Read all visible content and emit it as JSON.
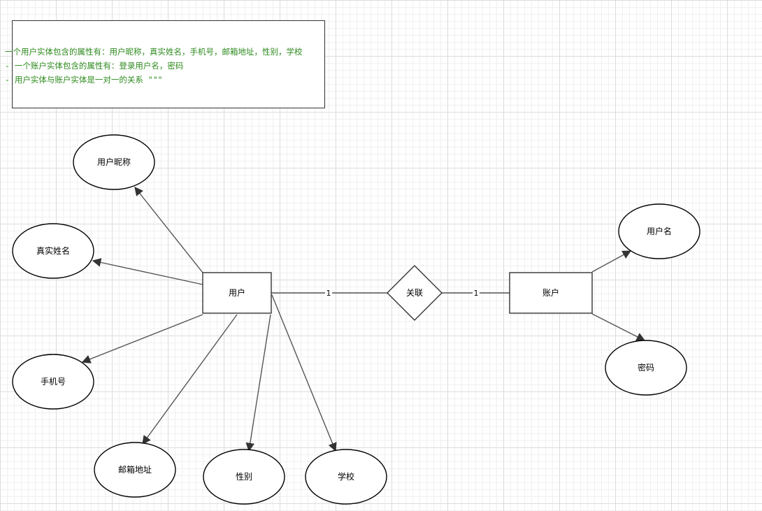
{
  "note": {
    "lines": [
      "一个用户实体包含的属性有：用户昵称，真实姓名，手机号，邮箱地址，性别，学校",
      "-  一个账户实体包含的属性有：登录用户名，密码",
      "-  用户实体与账户实体是一对一的关系 \"\"\""
    ]
  },
  "entities": {
    "user": "用户",
    "account": "账户"
  },
  "relationship": {
    "label": "关联",
    "user_cardinality": "1",
    "account_cardinality": "1"
  },
  "user_attributes": {
    "nickname": "用户昵称",
    "real_name": "真实姓名",
    "phone": "手机号",
    "email": "邮箱地址",
    "gender": "性别",
    "school": "学校"
  },
  "account_attributes": {
    "username": "用户名",
    "password": "密码"
  },
  "colors": {
    "note_text": "#2e8b1e",
    "stroke": "#333333",
    "connector": "#555555"
  }
}
